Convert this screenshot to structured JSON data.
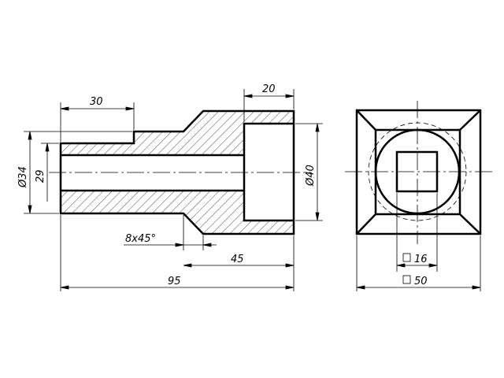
{
  "dimensions": {
    "d_30": "30",
    "d_20": "20",
    "d_dia34": "Ø34",
    "d_29": "29",
    "d_dia40": "Ø40",
    "d_chamfer": "8x45°",
    "d_45": "45",
    "d_95": "95",
    "d_sq16": "16",
    "d_sq50": "50"
  },
  "colors": {
    "line": "#000000",
    "background": "#ffffff"
  }
}
